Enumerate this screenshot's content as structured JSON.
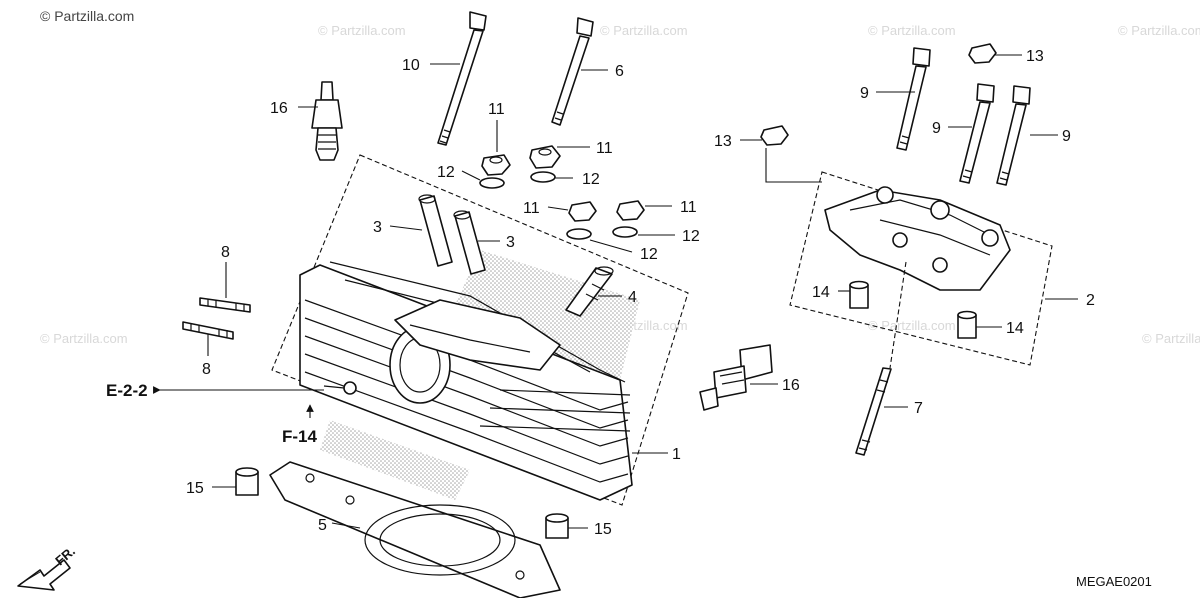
{
  "watermark": {
    "main": "© Partzilla.com",
    "faint": "© Partzilla.com"
  },
  "diagram_code": "MEGAE0201",
  "direction_label": "FR.",
  "refs": {
    "e22": "E-2-2",
    "f14": "F-14"
  },
  "callouts": [
    {
      "id": "c10",
      "text": "10"
    },
    {
      "id": "c6",
      "text": "6"
    },
    {
      "id": "c16a",
      "text": "16"
    },
    {
      "id": "c11a",
      "text": "11"
    },
    {
      "id": "c11b",
      "text": "11"
    },
    {
      "id": "c12a",
      "text": "12"
    },
    {
      "id": "c12b",
      "text": "12"
    },
    {
      "id": "c11c",
      "text": "11"
    },
    {
      "id": "c11d",
      "text": "11"
    },
    {
      "id": "c12c",
      "text": "12"
    },
    {
      "id": "c12d",
      "text": "12"
    },
    {
      "id": "c3a",
      "text": "3"
    },
    {
      "id": "c3b",
      "text": "3"
    },
    {
      "id": "c4",
      "text": "4"
    },
    {
      "id": "c8a",
      "text": "8"
    },
    {
      "id": "c8b",
      "text": "8"
    },
    {
      "id": "c1",
      "text": "1"
    },
    {
      "id": "c15a",
      "text": "15"
    },
    {
      "id": "c15b",
      "text": "15"
    },
    {
      "id": "c5",
      "text": "5"
    },
    {
      "id": "c16b",
      "text": "16"
    },
    {
      "id": "c9a",
      "text": "9"
    },
    {
      "id": "c13a",
      "text": "13"
    },
    {
      "id": "c9b",
      "text": "9"
    },
    {
      "id": "c9c",
      "text": "9"
    },
    {
      "id": "c13b",
      "text": "13"
    },
    {
      "id": "c2",
      "text": "2"
    },
    {
      "id": "c14a",
      "text": "14"
    },
    {
      "id": "c14b",
      "text": "14"
    },
    {
      "id": "c7",
      "text": "7"
    }
  ]
}
